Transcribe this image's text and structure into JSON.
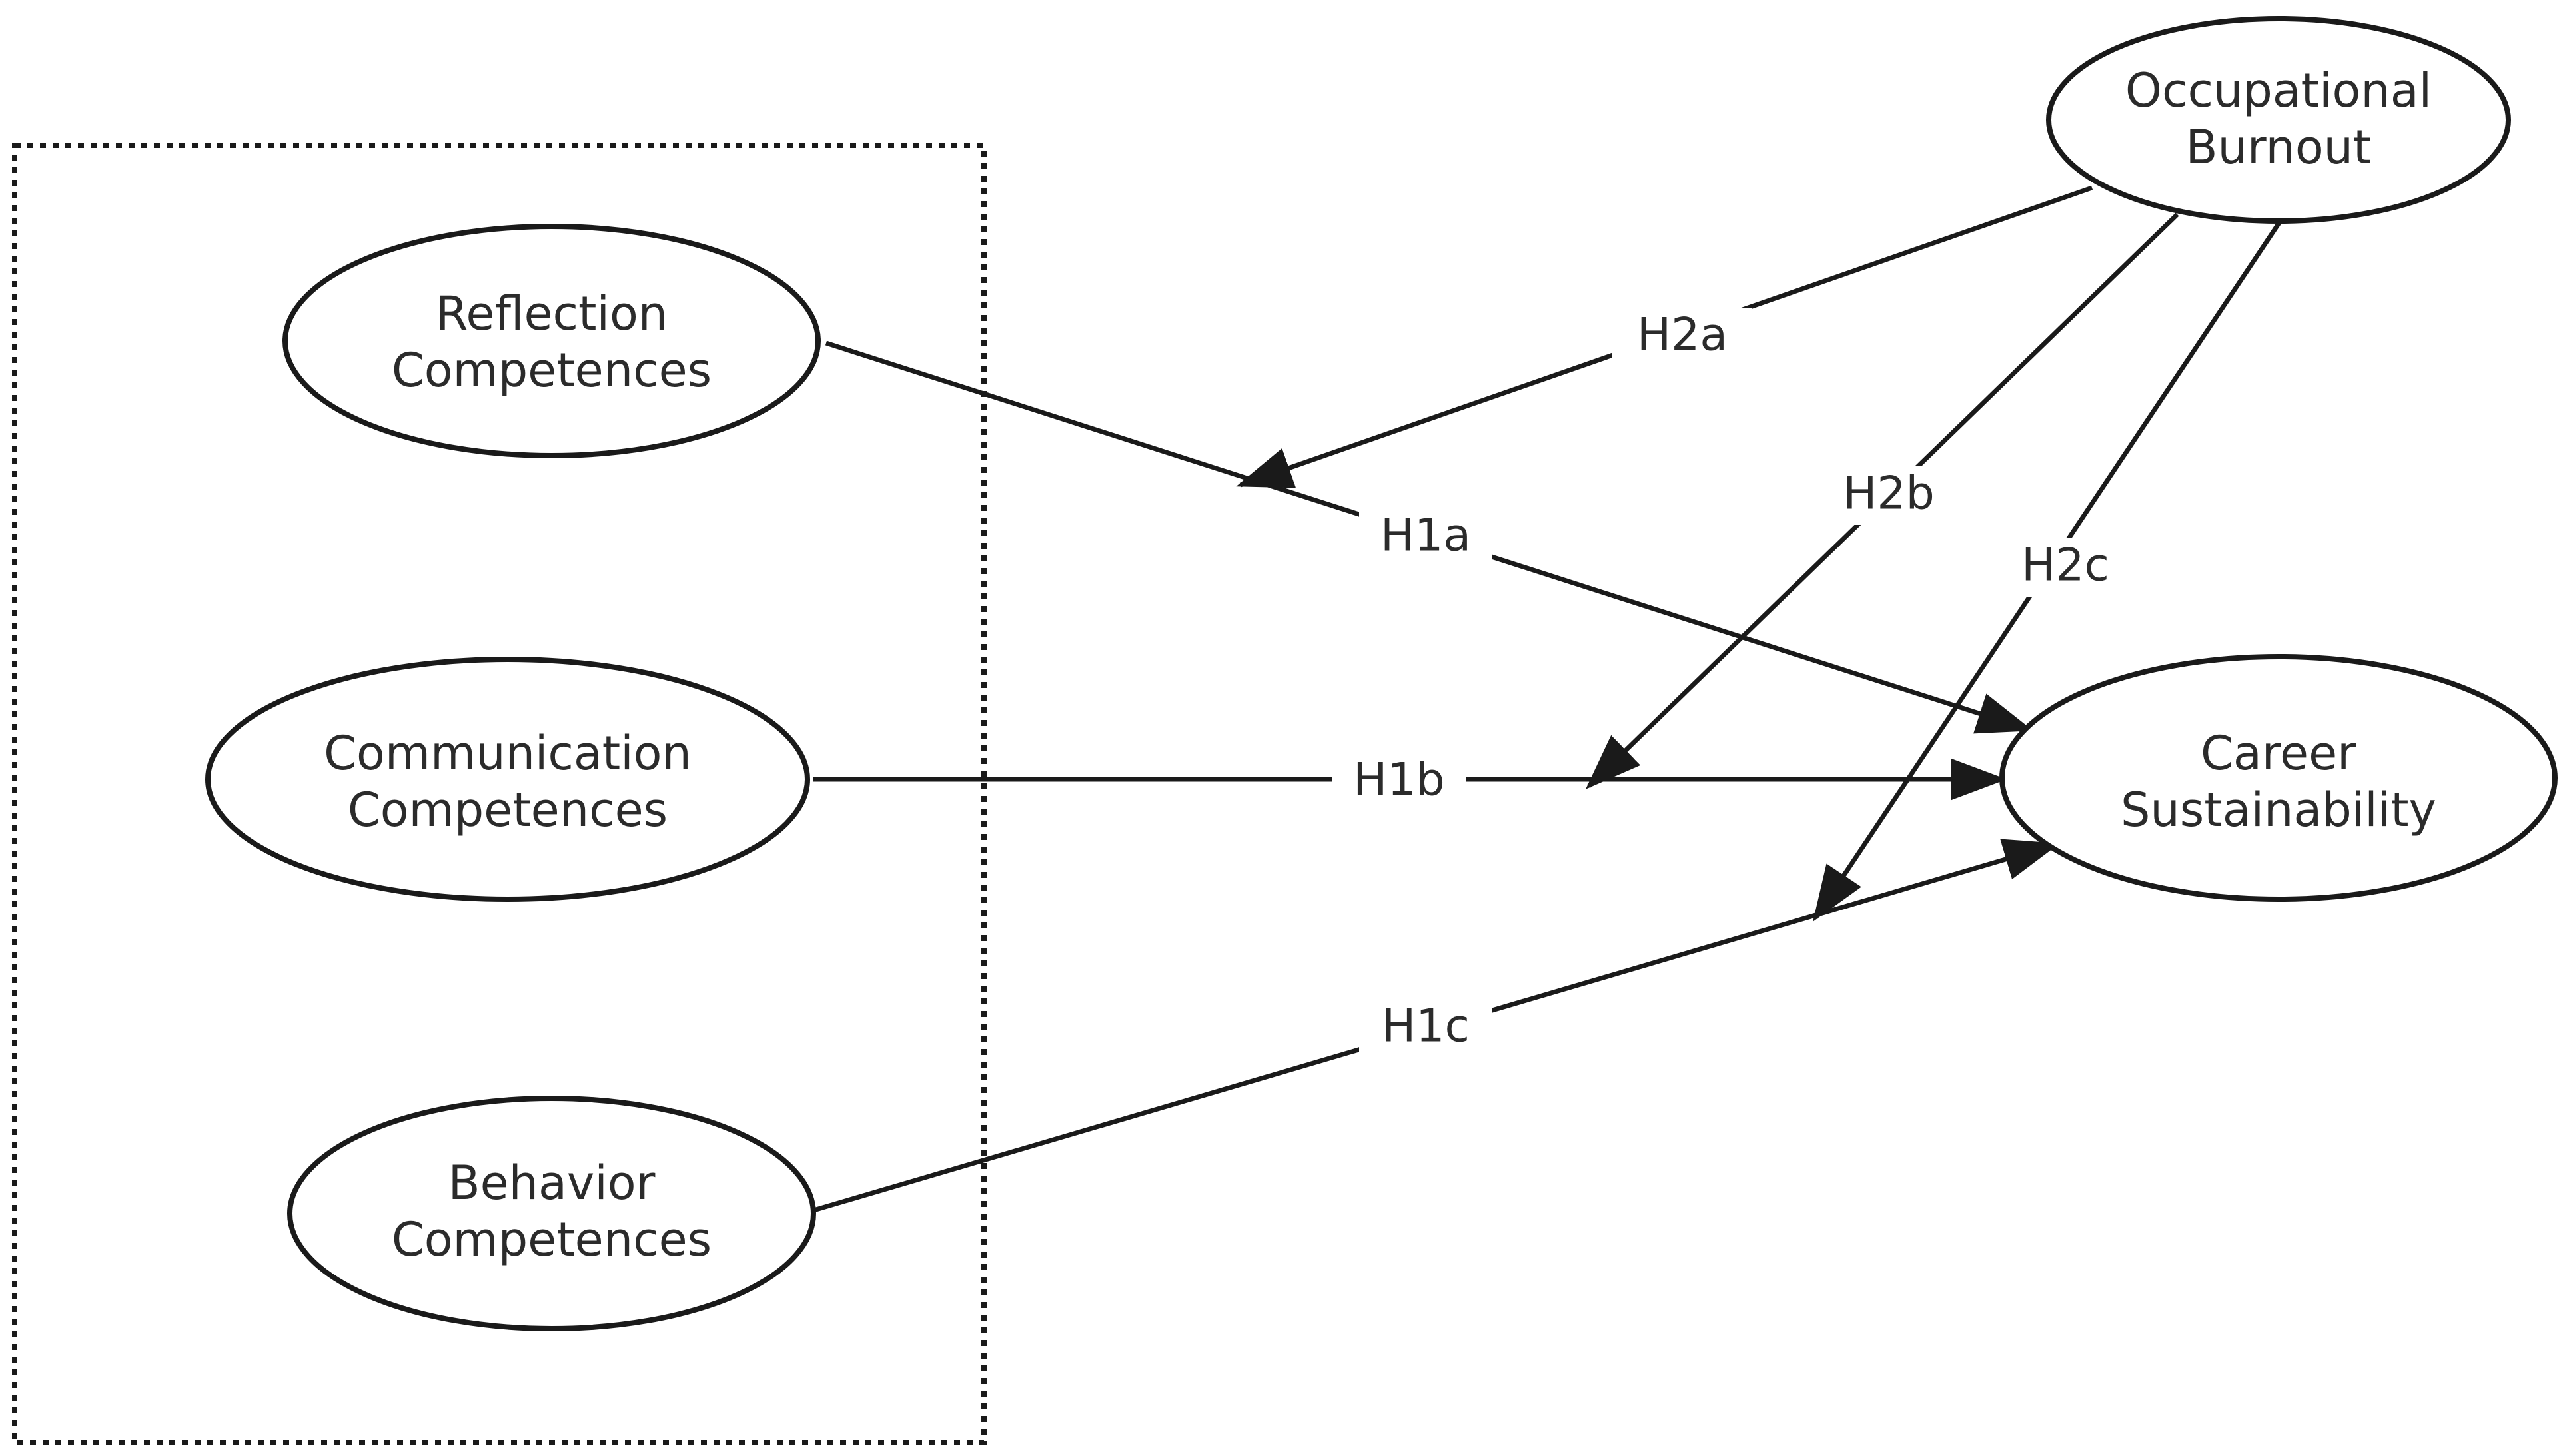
{
  "diagram": {
    "nodes": {
      "occupational_burnout": [
        "Occupational",
        "Burnout"
      ],
      "reflection_competences": [
        "Reflection",
        "Competences"
      ],
      "communication_competences": [
        "Communication",
        "Competences"
      ],
      "behavior_competences": [
        "Behavior",
        "Competences"
      ],
      "career_sustainability": [
        "Career",
        "Sustainability"
      ]
    },
    "edges": {
      "h1a": "H1a",
      "h1b": "H1b",
      "h1c": "H1c",
      "h2a": "H2a",
      "h2b": "H2b",
      "h2c": "H2c"
    },
    "colors": {
      "stroke": "#1a1a1a",
      "text": "#2b2b2b",
      "background": "#ffffff"
    }
  }
}
